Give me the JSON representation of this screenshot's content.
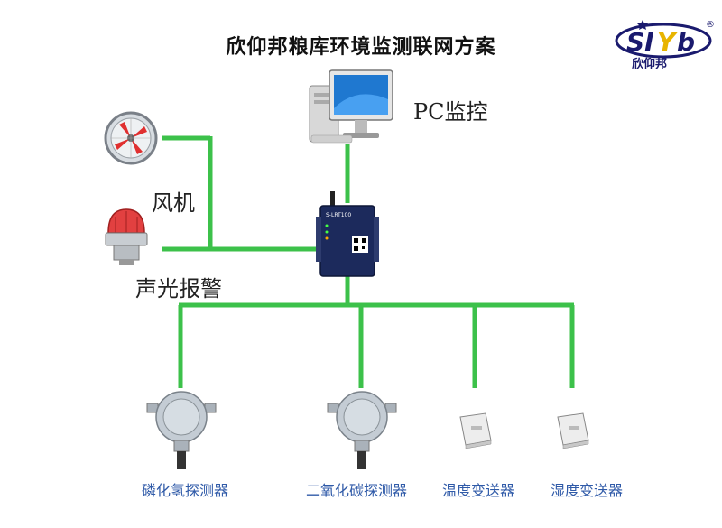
{
  "title": "欣仰邦粮库环境监测联网方案",
  "logo": {
    "brand": "SIYB",
    "text": "欣仰邦",
    "registered": "®"
  },
  "pc": {
    "label": "PC监控"
  },
  "gateway": {
    "model": "S-LRT100"
  },
  "fan": {
    "label": "风机"
  },
  "alarm": {
    "label": "声光报警"
  },
  "devices": [
    {
      "label": "磷化氢探测器"
    },
    {
      "label": "二氧化碳探测器"
    },
    {
      "label": "温度变送器"
    },
    {
      "label": "湿度变送器"
    }
  ],
  "colors": {
    "line": "#3cc14a",
    "brand": "#1a1a6e",
    "accent": "#e8b400"
  }
}
